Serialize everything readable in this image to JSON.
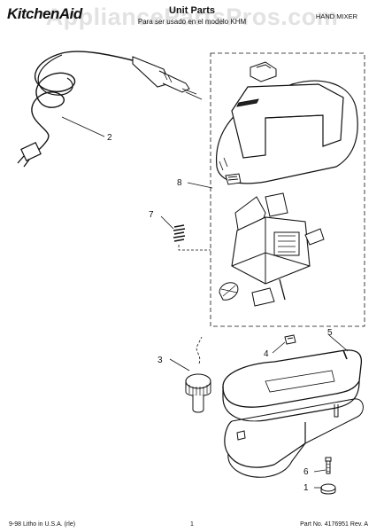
{
  "header": {
    "brand": "KitchenAid",
    "title": "Unit Parts",
    "subtitle": "Para ser usado en el modelo KHM",
    "category": "HAND MIXER"
  },
  "watermark": "AppliancePartsPros.com",
  "callouts": [
    {
      "label": "1"
    },
    {
      "label": "2"
    },
    {
      "label": "3"
    },
    {
      "label": "4"
    },
    {
      "label": "5"
    },
    {
      "label": "6"
    },
    {
      "label": "7"
    },
    {
      "label": "8"
    }
  ],
  "footer": {
    "left": "9-98 Litho in U.S.A. (rle)",
    "center": "1",
    "right": "Part No. 4176951 Rev. A"
  }
}
